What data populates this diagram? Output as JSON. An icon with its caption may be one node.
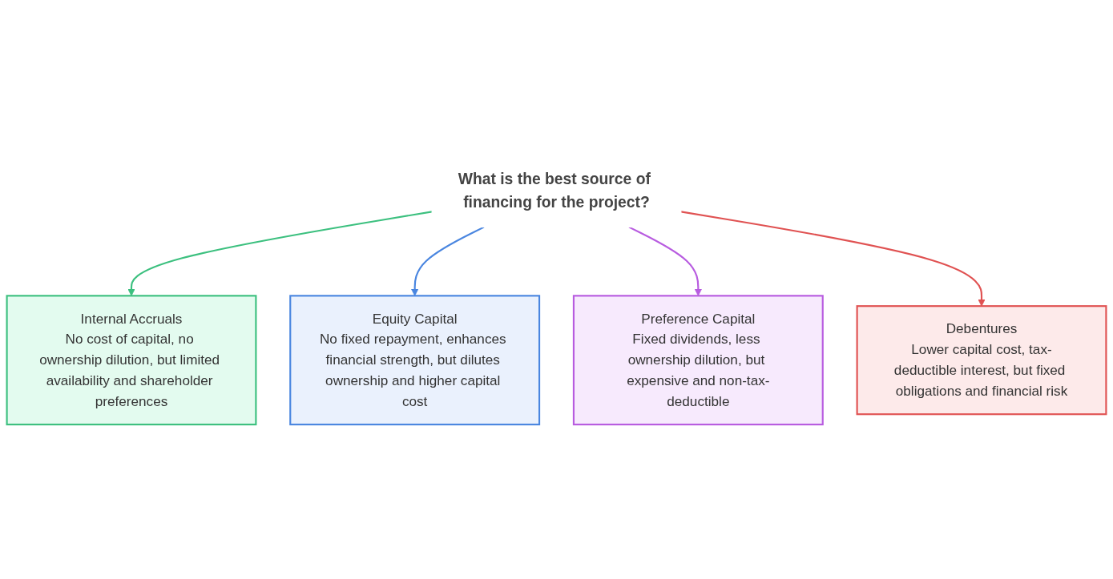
{
  "diagram": {
    "nodes": [
      {
        "text": [
          "What is the best source of financing for the project?"
        ]
      },
      {
        "text": [
          "Internal Accruals",
          "No cost of capital, no ownership dilution, but limited availability and shareholder preferences"
        ]
      },
      {
        "text": [
          "Equity Capital",
          "No fixed repayment, enhances financial strength, but dilutes ownership and higher capital cost"
        ]
      },
      {
        "text": [
          "Preference Capital",
          "Fixed dividends, less ownership dilution, but expensive and non-tax-deductible"
        ]
      },
      {
        "text": [
          "Debentures",
          "Lower capital cost, tax-deductible interest, but fixed obligations and financial risk"
        ]
      }
    ],
    "edges": [
      {
        "from": 0,
        "to": 1,
        "arrow": "to",
        "color": "#3cc07f"
      },
      {
        "from": 0,
        "to": 2,
        "arrow": "to",
        "color": "#4a86e0"
      },
      {
        "from": 0,
        "to": 3,
        "arrow": "to",
        "color": "#b85ce0"
      },
      {
        "from": 0,
        "to": 4,
        "arrow": "to",
        "color": "#e05252"
      }
    ]
  }
}
